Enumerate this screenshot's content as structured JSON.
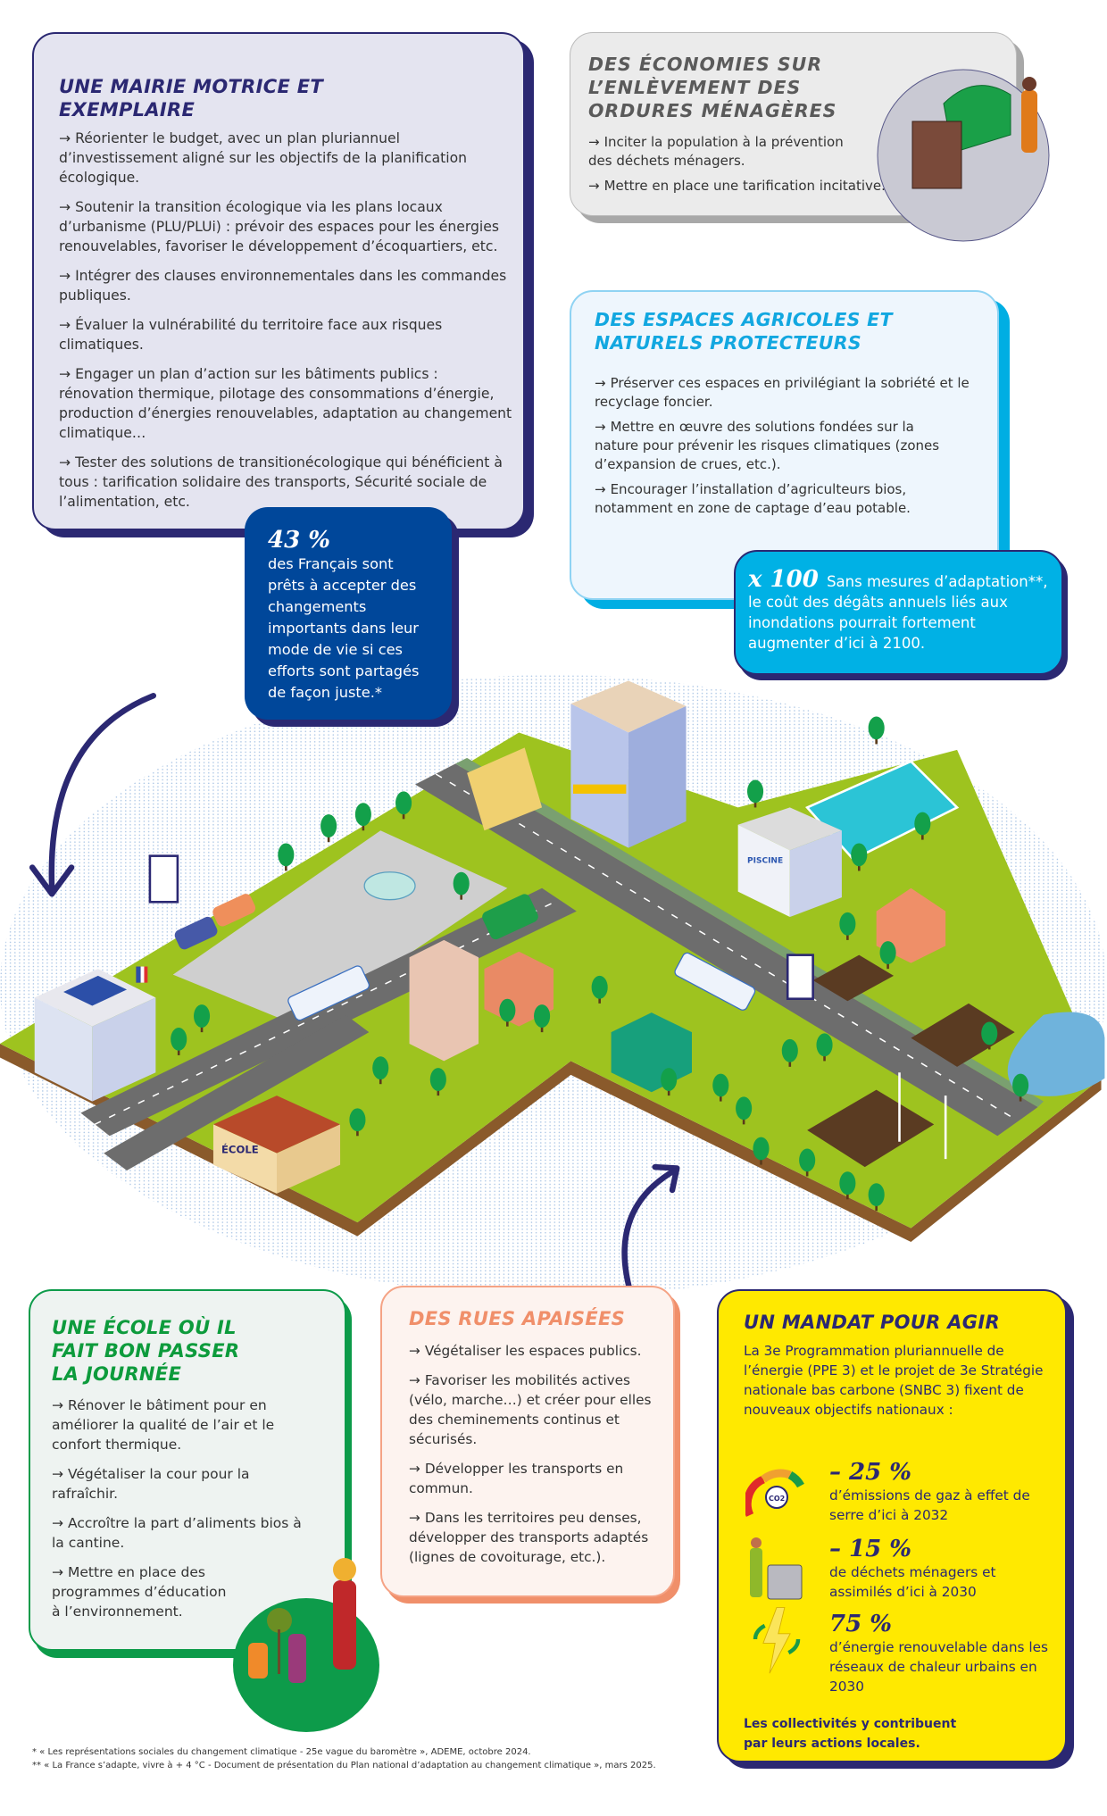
{
  "mairie": {
    "title": "UNE MAIRIE MOTRICE ET EXEMPLAIRE",
    "items": [
      "Réorienter le budget, avec un plan pluriannuel d’investissement aligné sur les objectifs de la planification écologique.",
      "Soutenir la transition écologique via les plans locaux d’urbanisme (PLU/PLUi) : prévoir des espaces pour les énergies renouvelables, favoriser le développement d’écoquartiers, etc.",
      "Intégrer des clauses environnementales dans les commandes publiques.",
      "Évaluer la vulnérabilité du territoire face aux risques climatiques.",
      "Engager un plan d’action sur les bâtiments publics : rénovation thermique, pilotage des consommations d’énergie, production d’énergies renouvelables, adaptation au changement climatique…",
      "Tester des solutions de transitionécologique qui bénéficient à tous : tarification solidaire des transports, Sécurité sociale de l’alimentation, etc."
    ]
  },
  "stat43": {
    "value": "43 %",
    "text": "des Français sont prêts à accepter des changements importants dans leur mode de vie si ces efforts sont partagés de façon juste.*"
  },
  "economies": {
    "title": "DES ÉCONOMIES SUR L’ENLÈVEMENT DES ORDURES MÉNAGÈRES",
    "items": [
      "Inciter la population à la prévention des déchets ménagers.",
      "Mettre en place une tarification incitative."
    ]
  },
  "espaces": {
    "title": "DES ESPACES AGRICOLES ET NATURELS PROTECTEURS",
    "items": [
      "Préserver ces espaces en privilégiant la sobriété et le recyclage foncier.",
      "Mettre en œuvre des solutions fondées sur la nature pour prévenir les risques climatiques (zones d’expansion de crues, etc.).",
      "Encourager l’installation d’agriculteurs bios, notamment en zone de captage d’eau potable."
    ]
  },
  "stat100": {
    "value": "x 100",
    "text": "Sans mesures d’adaptation**, le coût des dégâts annuels liés aux inondations pourrait fortement augmenter d’ici à 2100."
  },
  "map": {
    "school_sign": "ÉCOLE",
    "pool_sign": "PISCINE"
  },
  "ecole": {
    "title": "UNE ÉCOLE OÙ IL FAIT BON PASSER LA JOURNÉE",
    "items": [
      "Rénover le bâtiment pour en améliorer la qualité de l’air et le confort thermique.",
      "Végétaliser la cour pour la rafraîchir.",
      "Accroître la part d’aliments bios à la cantine.",
      "Mettre en place des programmes d’éducation à l’environnement."
    ]
  },
  "rues": {
    "title": "DES RUES APAISÉES",
    "items": [
      "Végétaliser les espaces publics.",
      "Favoriser les mobilités actives (vélo, marche…) et créer pour elles des cheminements continus et sécurisés.",
      "Développer les transports en commun.",
      "Dans les territoires peu denses, développer des transports adaptés (lignes de covoiturage, etc.)."
    ]
  },
  "mandat": {
    "title": "UN MANDAT POUR AGIR",
    "intro": "La 3e Programmation pluriannuelle de l’énergie (PPE 3) et le projet de 3e Stratégie nationale bas carbone (SNBC 3) fixent de nouveaux objectifs nationaux :",
    "stats": [
      {
        "value": "– 25 %",
        "text": "d’émissions de gaz à effet de serre d’ici à 2032",
        "icon": "co2-gauge-icon"
      },
      {
        "value": "– 15 %",
        "text": "de déchets ménagers et assimilés d’ici à 2030",
        "icon": "recycling-bin-icon"
      },
      {
        "value": "75 %",
        "text": "d’énergie renouvelable dans les réseaux de chaleur urbains en 2030",
        "icon": "renewable-energy-icon"
      }
    ],
    "co2_label": "CO2",
    "closing": "Les collectivités y contribuent par leurs actions locales."
  },
  "arrow_glyph": "→",
  "footnotes": [
    "* « Les représentations sociales du changement climatique - 25e vague du baromètre », ADEME, octobre 2024.",
    "** « La France s’adapte, vivre à + 4 °C - Document de présentation du Plan national d’adaptation au changement climatique », mars 2025."
  ],
  "colors": {
    "navy": "#2b2872",
    "blue": "#00479a",
    "cyan": "#00b1e5",
    "green": "#0d9b4a",
    "salmon": "#f08f6a",
    "yellow": "#ffe900"
  }
}
